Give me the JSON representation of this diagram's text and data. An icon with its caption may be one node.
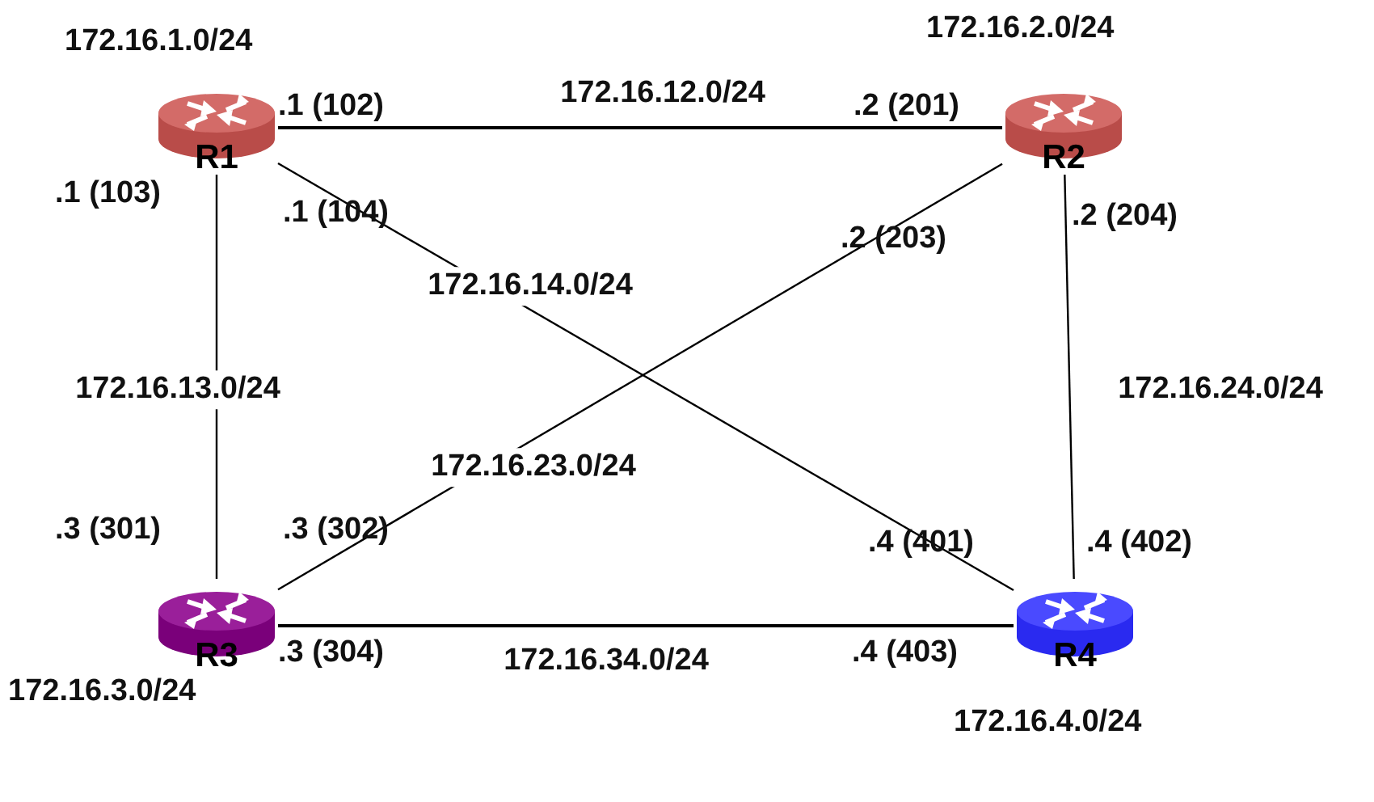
{
  "diagram": {
    "nodes": [
      {
        "text": [
          "R1"
        ],
        "beside": [
          "172.16.1.0/24"
        ]
      },
      {
        "text": [
          "R2"
        ],
        "beside": [
          "172.16.2.0/24"
        ]
      },
      {
        "text": [
          "R3"
        ],
        "beside": [
          "172.16.3.0/24"
        ]
      },
      {
        "text": [
          "R4"
        ],
        "beside": [
          "172.16.4.0/24"
        ]
      }
    ],
    "edges": [
      {
        "from": 0,
        "to": 1,
        "arrow": "none",
        "label": "172.16.12.0/24"
      },
      {
        "from": 0,
        "to": 2,
        "arrow": "none",
        "label": "172.16.13.0/24"
      },
      {
        "from": 0,
        "to": 3,
        "arrow": "none",
        "label": "172.16.14.0/24"
      },
      {
        "from": 1,
        "to": 2,
        "arrow": "none",
        "label": "172.16.23.0/24"
      },
      {
        "from": 1,
        "to": 3,
        "arrow": "none",
        "label": "172.16.24.0/24"
      },
      {
        "from": 2,
        "to": 3,
        "arrow": "none",
        "label": "172.16.34.0/24"
      }
    ],
    "labels": [
      ".1 (102)",
      ".2 (201)",
      ".1 (103)",
      ".1 (104)",
      ".2 (203)",
      ".2 (204)",
      ".3 (301)",
      ".3 (302)",
      ".4 (401)",
      ".4 (402)",
      ".3 (304)",
      ".4 (403)"
    ]
  }
}
